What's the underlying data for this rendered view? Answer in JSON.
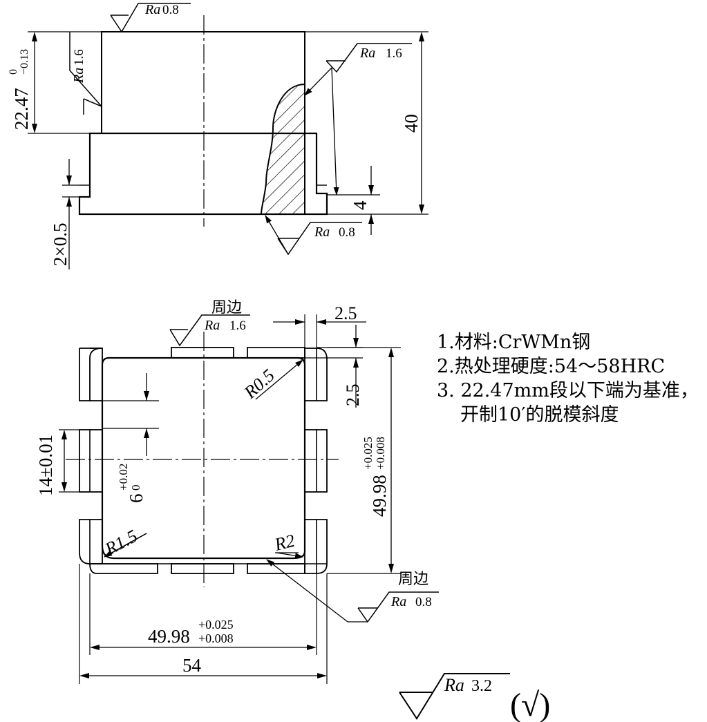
{
  "top_view": {
    "ra_top": "0.8",
    "ra_left": "1.6",
    "ra_right": "1.6",
    "ra_bottom": "0.8",
    "ra_symbol": "Ra",
    "dim_height_nominal": "22.47",
    "dim_height_upper": "0",
    "dim_height_lower": "−0.13",
    "dim_total": "40",
    "dim_step": "4",
    "dim_groove": "2×0.5"
  },
  "plan_view": {
    "perimeter_label_top": "周边",
    "perimeter_label_bottom": "周边",
    "ra_top": "1.6",
    "ra_bottom": "0.8",
    "ra_symbol": "Ra",
    "dim_corner_w": "2.5",
    "dim_corner_h": "2.5",
    "radius_top_right": "R0.5",
    "radius_bottom_left": "R1.5",
    "radius_bottom_right": "R2",
    "dim_slot": "14±0.01",
    "dim_six_nominal": "6",
    "dim_six_upper": "+0.02",
    "dim_six_lower": "0",
    "dim_side_nominal": "49.98",
    "dim_side_upper": "+0.025",
    "dim_side_lower": "+0.008",
    "dim_width_nominal": "49.98",
    "dim_width_upper": "+0.025",
    "dim_width_lower": "+0.008",
    "dim_overall": "54"
  },
  "notes": [
    "1.材料:CrWMn钢",
    "2.热处理硬度:54～58HRC",
    "3. 22.47mm段以下端为基准，",
    "开制10′的脱模斜度"
  ],
  "general_finish": {
    "ra_symbol": "Ra",
    "ra_value": "3.2",
    "bracket_symbol": "(√)"
  }
}
